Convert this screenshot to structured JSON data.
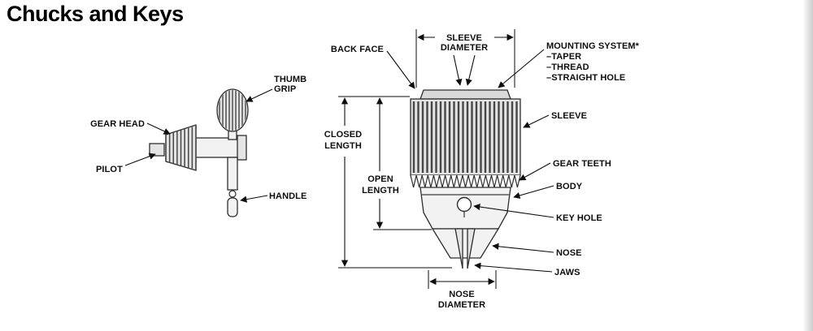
{
  "page": {
    "title": "Chucks and Keys"
  },
  "key_diagram": {
    "thumb_grip_line1": "THUMB",
    "thumb_grip_line2": "GRIP",
    "gear_head": "GEAR HEAD",
    "pilot": "PILOT",
    "handle": "HANDLE"
  },
  "chuck_diagram": {
    "back_face": "BACK FACE",
    "sleeve_diameter_line1": "SLEEVE",
    "sleeve_diameter_line2": "DIAMETER",
    "mounting_system": "MOUNTING SYSTEM*",
    "mounting_taper": "–TAPER",
    "mounting_thread": "–THREAD",
    "mounting_straight_hole": "–STRAIGHT HOLE",
    "sleeve": "SLEEVE",
    "gear_teeth": "GEAR TEETH",
    "body": "BODY",
    "key_hole": "KEY HOLE",
    "nose": "NOSE",
    "jaws": "JAWS",
    "closed_length_line1": "CLOSED",
    "closed_length_line2": "LENGTH",
    "open_length_line1": "OPEN",
    "open_length_line2": "LENGTH",
    "nose_diameter_line1": "NOSE",
    "nose_diameter_line2": "DIAMETER"
  }
}
